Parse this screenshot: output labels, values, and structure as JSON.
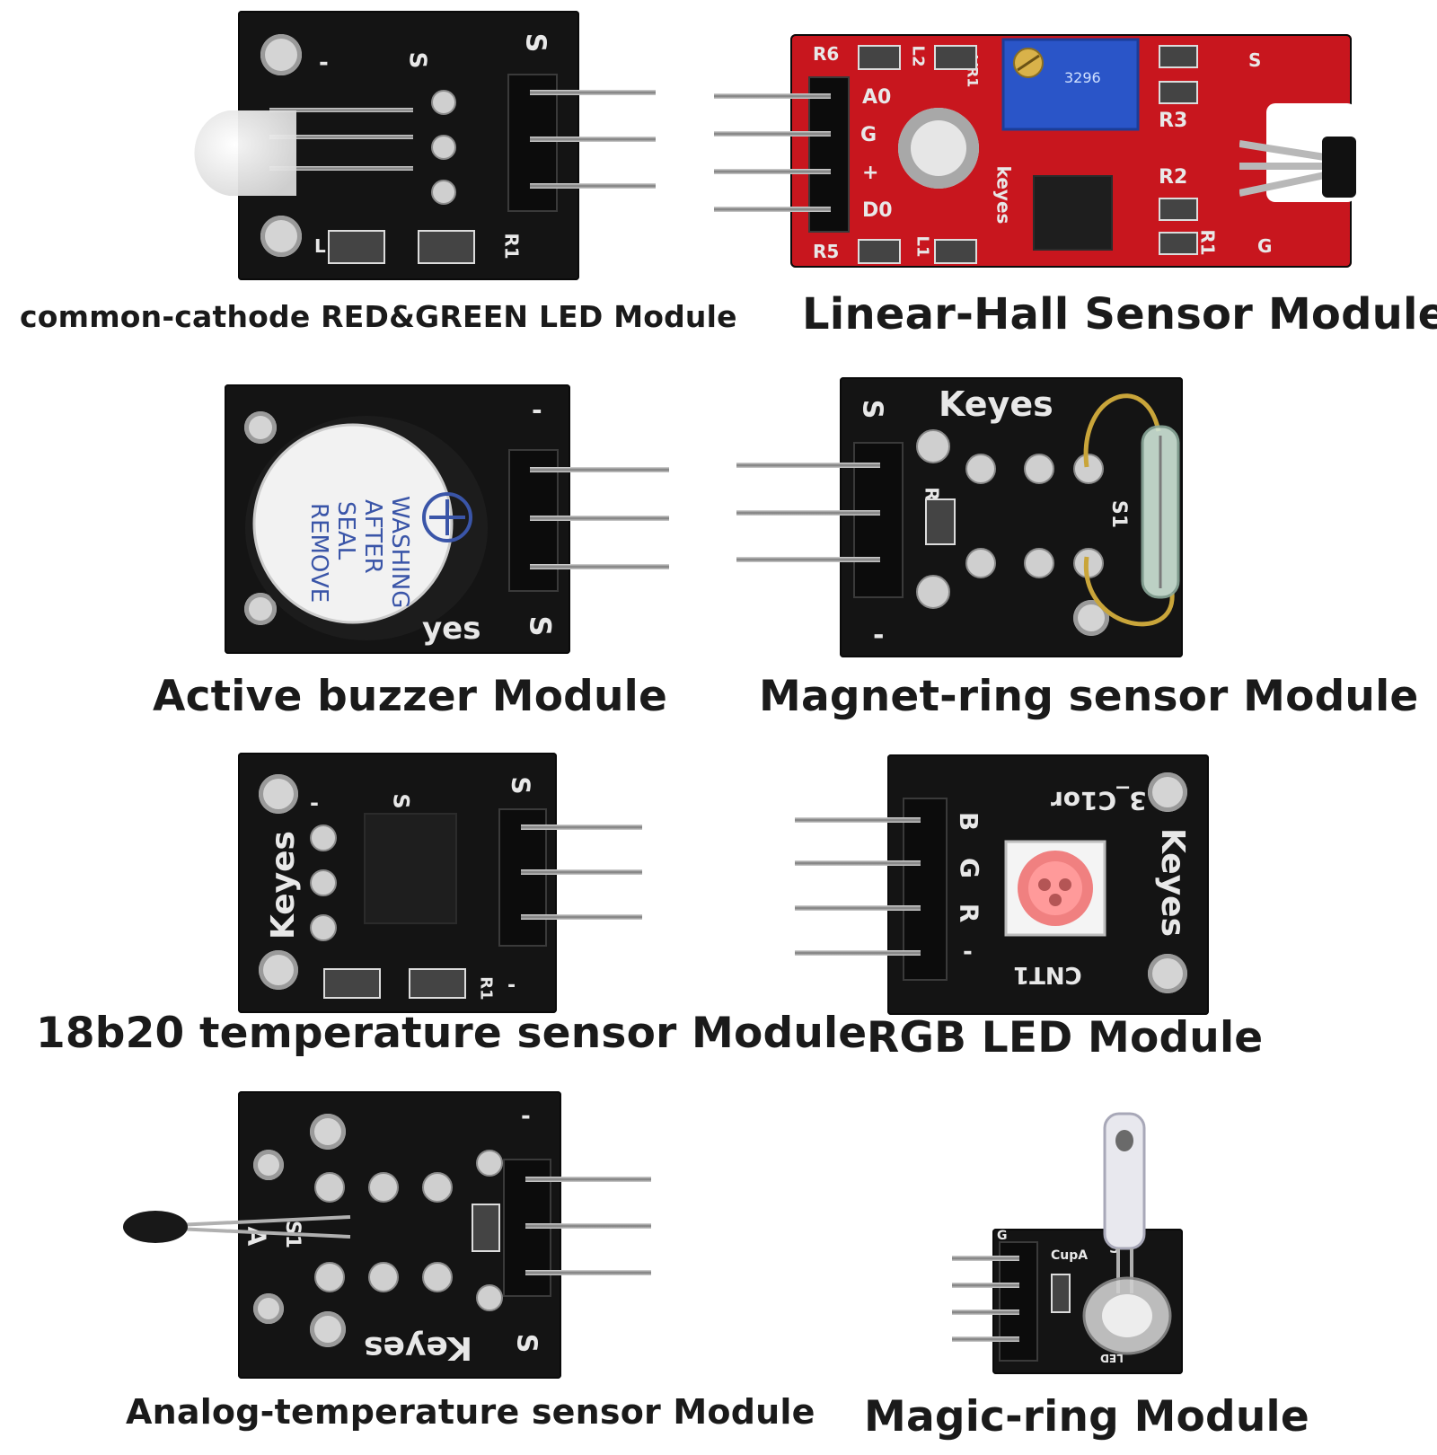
{
  "modules": [
    {
      "caption": "common-cathode RED&GREEN LED Module",
      "silkscreen": [
        "S",
        "S",
        "-",
        "R1",
        "L"
      ]
    },
    {
      "caption": "Linear-Hall Sensor Module",
      "silkscreen": [
        "R6",
        "L2",
        "A0",
        "G",
        "+",
        "D0",
        "R5",
        "L1",
        "R3",
        "R2",
        "R1",
        "VR1",
        "keyes",
        "S",
        "G"
      ]
    },
    {
      "caption": "Active buzzer Module",
      "silkscreen": [
        "-",
        "S"
      ],
      "sticker": [
        "REMOVE",
        "SEAL",
        "AFTER",
        "WASHING"
      ],
      "brand": "yes"
    },
    {
      "caption": "Magnet-ring sensor Module",
      "silkscreen": [
        "S",
        "Keyes",
        "R",
        "S1",
        "-"
      ]
    },
    {
      "caption": "18b20 temperature sensor Module",
      "silkscreen": [
        "S",
        "S",
        "-",
        "Keyes",
        "R1",
        "-"
      ]
    },
    {
      "caption": "RGB LED Module",
      "silkscreen": [
        "B",
        "G",
        "R",
        "-",
        "3_C1or",
        "CNT1",
        "Keyes"
      ]
    },
    {
      "caption": "Analog-temperature sensor Module",
      "silkscreen": [
        "A",
        "S1",
        "Keyes",
        "S",
        "-"
      ]
    },
    {
      "caption": "Magic-ring Module",
      "silkscreen": [
        "CupA",
        "S",
        "G",
        "LED"
      ]
    }
  ],
  "colors": {
    "board": "#141414",
    "hall_board": "#c8161e",
    "caption_text": "#1a1a1a",
    "silkscreen": "#e8e8e8",
    "potentiometer": "#2a55c8"
  }
}
